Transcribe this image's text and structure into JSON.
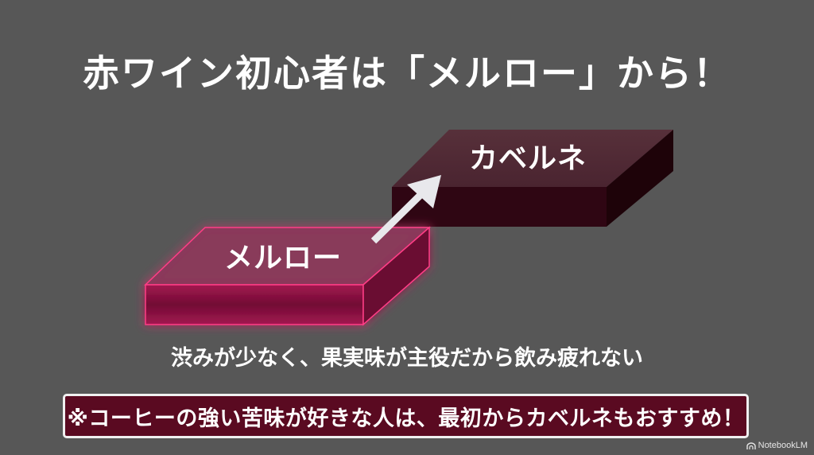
{
  "slide": {
    "title": "赤ワイン初心者は「メルロー」から！",
    "blocks": {
      "merlot": {
        "label": "メルロー",
        "top_color": "#8a3a5a",
        "front_color": "#7a0c38",
        "glow_color": "#ff2d7a"
      },
      "cabernet": {
        "label": "カベルネ",
        "top_color": "#522a35",
        "front_color": "#2e0612",
        "side_color": "#1f0409"
      }
    },
    "arrow": {
      "direction": "merlot-to-cabernet",
      "color": "#e8e8ec"
    },
    "description": "渋みが少なく、果実味が主役だから飲み疲れない",
    "note": {
      "text": "※コーヒーの強い苦味が好きな人は、最初からカベルネもおすすめ！",
      "background": "#5a0a21"
    }
  },
  "watermark": {
    "label": "NotebookLM",
    "icon": "notebooklm-logo-icon"
  },
  "colors": {
    "background": "#575757",
    "text": "#ffffff"
  }
}
